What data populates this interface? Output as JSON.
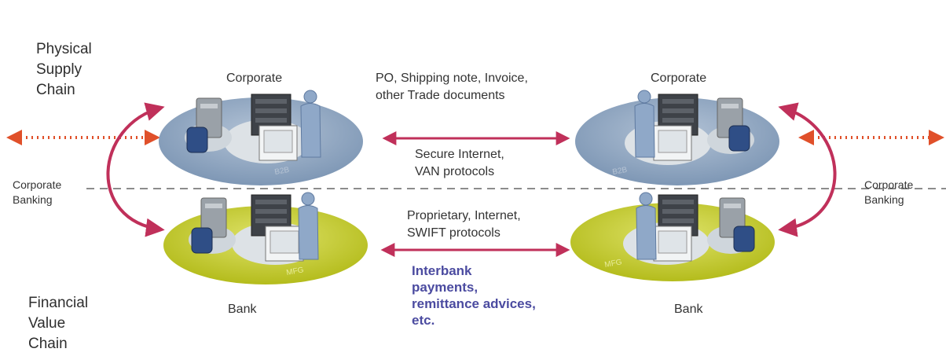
{
  "labels": {
    "physical": "Physical\nSupply\nChain",
    "financial": "Financial\nValue\nChain",
    "corporate_left": "Corporate",
    "corporate_right": "Corporate",
    "trade_docs": "PO, Shipping note, Invoice,\nother Trade documents",
    "secure": "Secure Internet,\nVAN protocols",
    "proprietary": "Proprietary, Internet,\nSWIFT protocols",
    "interbank": "Interbank\npayments,\nremittance advices,\netc.",
    "corp_banking_left": "Corporate\nBanking",
    "corp_banking_right": "Corporate\nBanking",
    "bank_left": "Bank",
    "bank_right": "Bank"
  },
  "colors": {
    "arrow": "#c0305a",
    "dotted": "#e0502a",
    "corp_ellipse": "#8fa6c2",
    "bank_ellipse": "#c8cf2e",
    "inner_disc": "#dde2e6",
    "dashed_line": "#666666",
    "highlight_text": "#4b4ba0"
  }
}
